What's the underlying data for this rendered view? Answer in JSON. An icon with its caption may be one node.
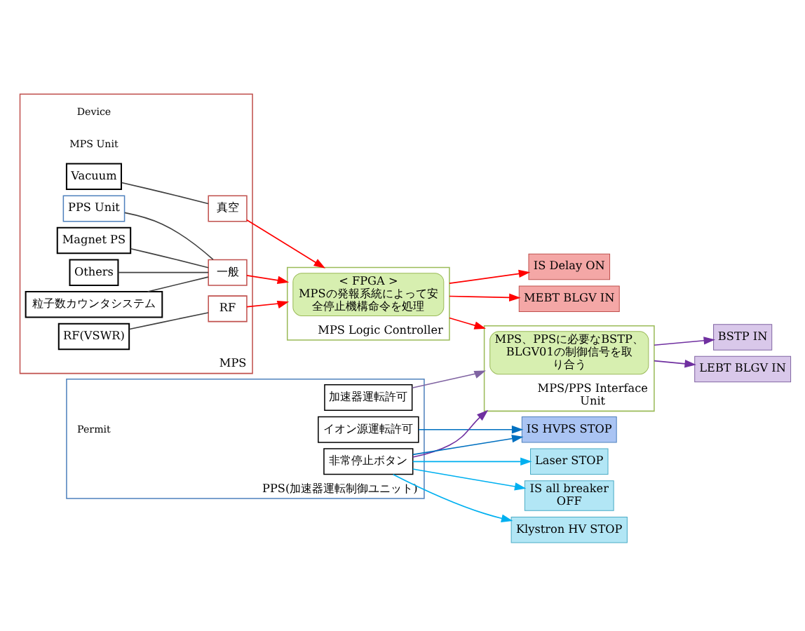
{
  "diagram": {
    "nodes": [
      {
        "text": [
          "MPS"
        ]
      },
      {
        "text": [
          "RF(VSWR)"
        ],
        "in": 0
      },
      {
        "text": [
          "Vacuum"
        ],
        "in": 0
      },
      {
        "text": [
          "Magnet PS"
        ],
        "in": 0
      },
      {
        "text": [
          "Others"
        ],
        "in": 0
      },
      {
        "text": [
          "粒子数カウンタシステム"
        ],
        "in": 0
      },
      {
        "text": [
          "PPS Unit"
        ],
        "in": 0
      },
      {
        "text": [
          "RF"
        ],
        "in": 0
      },
      {
        "text": [
          "真空"
        ],
        "in": 0
      },
      {
        "text": [
          "一般"
        ],
        "in": 0
      },
      {
        "text": [
          "MPS Logic Controller"
        ]
      },
      {
        "text": [
          "< FPGA >",
          "MPSの発報系統によって安全停止機構命令を処理"
        ],
        "in": 10
      },
      {
        "text": [
          "IS Delay ON"
        ]
      },
      {
        "text": [
          "MEBT BLGV IN"
        ]
      },
      {
        "text": [
          "MPS/PPS Interface Unit"
        ]
      },
      {
        "text": [
          "MPS、PPSに必要なBSTP、BLGV01の制御信号を取り合う"
        ],
        "in": 14
      },
      {
        "text": [
          "BSTP IN"
        ]
      },
      {
        "text": [
          "LEBT BLGV IN"
        ]
      },
      {
        "text": [
          "PPS(加速器運転制御ユニット)"
        ]
      },
      {
        "text": [
          "加速器運転許可"
        ],
        "in": 18
      },
      {
        "text": [
          "イオン源運転許可"
        ],
        "in": 18
      },
      {
        "text": [
          "非常停止ボタン"
        ],
        "in": 18
      },
      {
        "text": [
          "IS HVPS STOP"
        ]
      },
      {
        "text": [
          "Klystron HV STOP"
        ]
      },
      {
        "text": [
          "Laser STOP"
        ]
      },
      {
        "text": [
          "IS all breaker OFF"
        ]
      }
    ],
    "edges": [
      {
        "from": 1,
        "to": 7,
        "arrow": "none",
        "color": "#404040"
      },
      {
        "from": 2,
        "to": 8,
        "arrow": "none",
        "color": "#404040"
      },
      {
        "from": 3,
        "to": 9,
        "arrow": "none",
        "color": "#404040"
      },
      {
        "from": 4,
        "to": 9,
        "arrow": "none",
        "color": "#404040"
      },
      {
        "from": 5,
        "to": 9,
        "arrow": "none",
        "color": "#404040"
      },
      {
        "from": 6,
        "to": 9,
        "arrow": "none",
        "color": "#404040"
      },
      {
        "from": 7,
        "to": 10,
        "arrow": "to",
        "color": "#ff0000"
      },
      {
        "from": 8,
        "to": 10,
        "arrow": "to",
        "color": "#ff0000"
      },
      {
        "from": 9,
        "to": 10,
        "arrow": "to",
        "color": "#ff0000"
      },
      {
        "from": 10,
        "to": 12,
        "arrow": "to",
        "color": "#ff0000"
      },
      {
        "from": 10,
        "to": 13,
        "arrow": "to",
        "color": "#ff0000"
      },
      {
        "from": 10,
        "to": 14,
        "arrow": "to",
        "color": "#ff0000"
      },
      {
        "from": 14,
        "to": 16,
        "arrow": "to",
        "color": "#7030a0"
      },
      {
        "from": 14,
        "to": 17,
        "arrow": "to",
        "color": "#7030a0"
      },
      {
        "from": 19,
        "to": 14,
        "arrow": "to",
        "color": "#8064a2"
      },
      {
        "from": 21,
        "to": 14,
        "arrow": "to",
        "color": "#7030a0"
      },
      {
        "from": 20,
        "to": 22,
        "arrow": "to",
        "color": "#0070c0"
      },
      {
        "from": 21,
        "to": 22,
        "arrow": "to",
        "color": "#0070c0"
      },
      {
        "from": 21,
        "to": 23,
        "arrow": "to",
        "color": "#00b0f0"
      },
      {
        "from": 21,
        "to": 24,
        "arrow": "to",
        "color": "#00b0f0"
      },
      {
        "from": 21,
        "to": 25,
        "arrow": "to",
        "color": "#00b0f0"
      }
    ],
    "labels": [
      "Device",
      "MPS Unit",
      "Permit"
    ]
  }
}
